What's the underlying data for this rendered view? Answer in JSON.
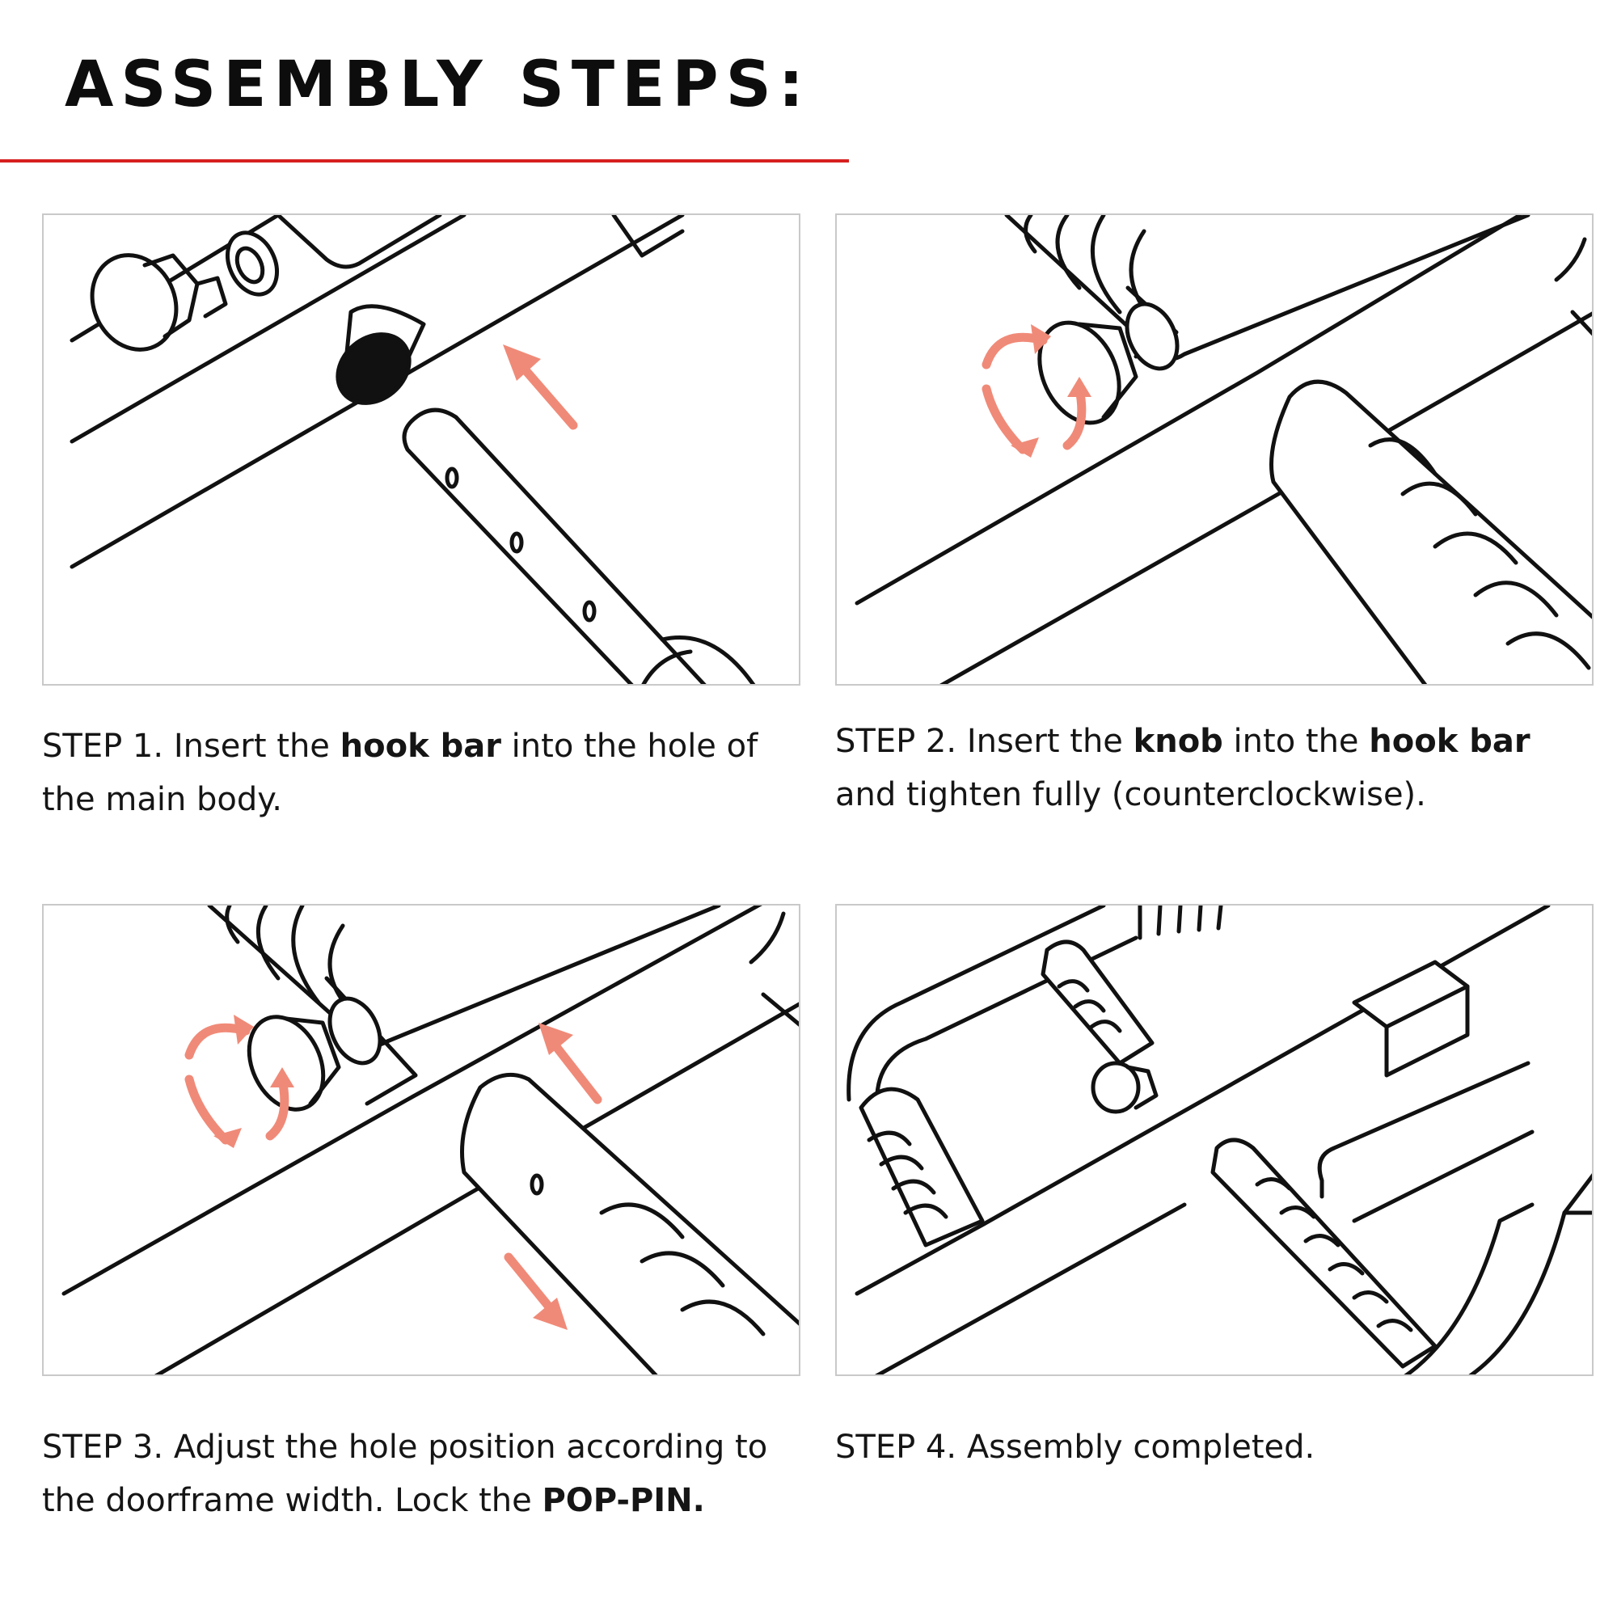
{
  "header": {
    "title": "ASSEMBLY STEPS:",
    "rule_color": "#d6201f"
  },
  "accent": {
    "arrow_color": "#f08a78"
  },
  "steps": [
    {
      "parts": [
        {
          "t": "STEP 1. Insert the ",
          "b": false
        },
        {
          "t": "hook bar",
          "b": true
        },
        {
          "t": " into the hole of the main body.",
          "b": false
        }
      ]
    },
    {
      "parts": [
        {
          "t": "STEP 2. Insert the ",
          "b": false
        },
        {
          "t": "knob",
          "b": true
        },
        {
          "t": " into the ",
          "b": false
        },
        {
          "t": "hook bar",
          "b": true
        },
        {
          "t": " and tighten fully (counterclockwise).",
          "b": false
        }
      ]
    },
    {
      "parts": [
        {
          "t": "STEP 3. Adjust the hole position according to the doorframe width. Lock the ",
          "b": false
        },
        {
          "t": "POP-PIN.",
          "b": true
        }
      ]
    },
    {
      "parts": [
        {
          "t": "STEP 4. Assembly completed.",
          "b": false
        }
      ]
    }
  ]
}
